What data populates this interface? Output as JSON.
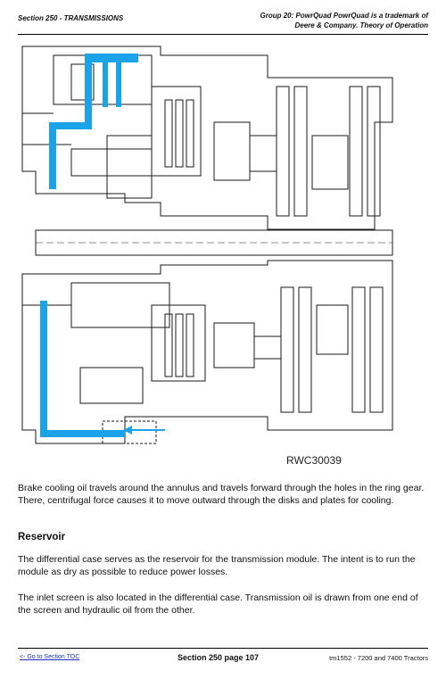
{
  "header": {
    "section": "Section 250 - TRANSMISSIONS",
    "group_line1": "Group 20: PowrQuad PowrQuad is a trademark of",
    "group_line2": "Deere & Company. Theory of Operation"
  },
  "figure": {
    "label": "RWC30039",
    "colors": {
      "oil": "#1aa3e8",
      "line": "#1a1a1a",
      "arrow": "#1aa3e8"
    }
  },
  "body": {
    "paragraph1": "Brake cooling oil travels around the annulus and travels forward through the holes in the ring gear. There, centrifugal force causes it to move outward through the disks and plates for cooling.",
    "heading": "Reservoir",
    "paragraph2": "The differential case serves as the reservoir for the transmission module. The intent is to run the module as dry as possible to reduce power losses.",
    "paragraph3": "The inlet screen is also located in the differential case. Transmission oil is drawn from one end of the screen and hydraulic oil from the other."
  },
  "footer": {
    "toc_link": "<- Go to Section TOC",
    "page": "Section 250 page 107",
    "doc": "tm1552 - 7200 and 7400 Tractors"
  }
}
